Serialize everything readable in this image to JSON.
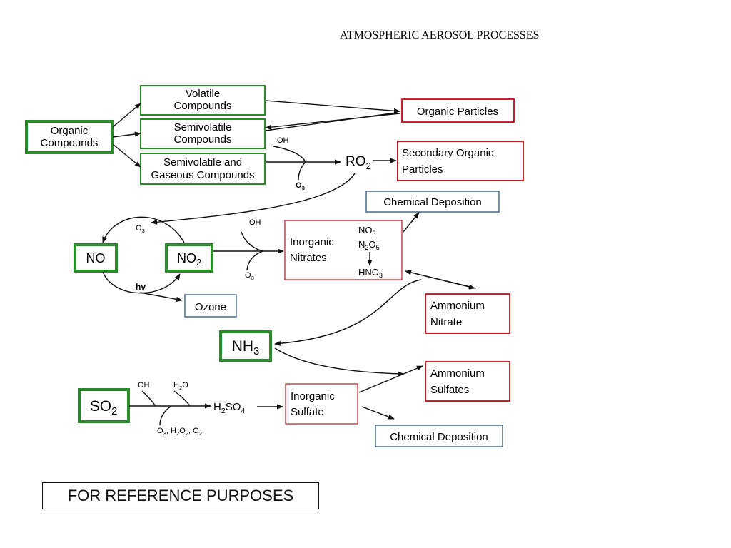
{
  "title": "ATMOSPHERIC AEROSOL PROCESSES",
  "footer": "FOR REFERENCE PURPOSES",
  "nodes": {
    "organic_compounds": [
      "Organic",
      "Compounds"
    ],
    "volatile": [
      "Volatile",
      "Compounds"
    ],
    "semivolatile": [
      "Semivolatile",
      "Compounds"
    ],
    "semivolatile_gaseous": [
      "Semivolatile and",
      "Gaseous Compounds"
    ],
    "organic_particles": "Organic Particles",
    "ro2": {
      "main": "RO",
      "sub": "2"
    },
    "secondary_organic": [
      "Secondary Organic",
      "Particles"
    ],
    "chemical_deposition_1": "Chemical Deposition",
    "no": "NO",
    "no2": {
      "main": "NO",
      "sub": "2"
    },
    "ozone": "Ozone",
    "inorganic_nitrates": [
      "Inorganic",
      "Nitrates"
    ],
    "nitrate_species": {
      "no3": {
        "main": "NO",
        "sub": "3"
      },
      "n2o5": {
        "n": "N",
        "sub1": "2",
        "o": "O",
        "sub2": "5"
      },
      "hno3": {
        "main": "HNO",
        "sub": "3"
      }
    },
    "ammonium_nitrate": [
      "Ammonium",
      "Nitrate"
    ],
    "nh3": {
      "main": "NH",
      "sub": "3"
    },
    "ammonium_sulfates": [
      "Ammonium",
      "Sulfates"
    ],
    "so2": {
      "main": "SO",
      "sub": "2"
    },
    "h2so4": {
      "h": "H",
      "sub1": "2",
      "so": "SO",
      "sub2": "4"
    },
    "inorganic_sulfate": [
      "Inorganic",
      "Sulfate"
    ],
    "chemical_deposition_2": "Chemical Deposition"
  },
  "reagents": {
    "oh_1": "OH",
    "o3_1": {
      "main": "O",
      "sub": "3"
    },
    "o3_2": {
      "main": "O",
      "sub": "3"
    },
    "oh_2": "OH",
    "o3_3": {
      "main": "O",
      "sub": "3"
    },
    "hv": "hv",
    "oh_3": "OH",
    "h2o": {
      "h": "H",
      "sub": "2",
      "o": "O"
    },
    "o3_h2o2_o2": {
      "a": "O",
      "a_sub": "3",
      "sep1": ", H",
      "b_sub": "2",
      "b": "O",
      "b_sub2": "2",
      "sep2": ", O",
      "c_sub": "2"
    }
  }
}
